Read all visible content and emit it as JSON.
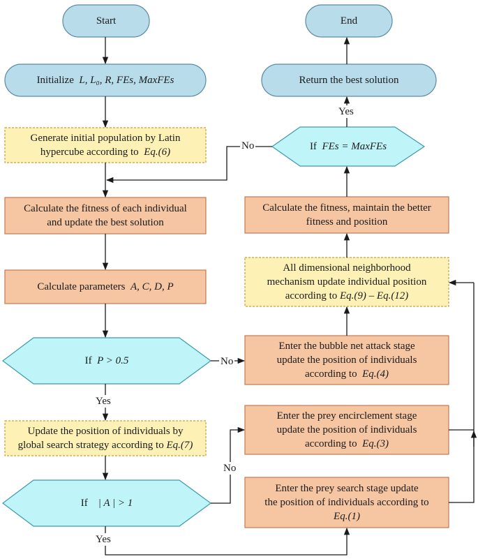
{
  "colors": {
    "terminal_fill": "#b8dcea",
    "terminal_stroke": "#5b8aa6",
    "process_fill": "#f6c6a3",
    "process_stroke": "#c07a52",
    "dashed_fill": "#fdf1b5",
    "dashed_stroke": "#c9a03a",
    "decision_fill": "#bff4f8",
    "decision_stroke": "#3f9aa7",
    "edge": "#1a1a1a"
  },
  "nodes": {
    "start": "Start",
    "end": "End",
    "init_prefix": "Initialize",
    "init_vars": "L, L₀, R, FEs, MaxFEs",
    "gen_pop_l1": "Generate initial population by Latin",
    "gen_pop_l2": "hypercube according to",
    "gen_pop_eq": "Eq.(6)",
    "fitness_l1": "Calculate the fitness of each individual",
    "fitness_l2": "and update the best solution",
    "params_text": "Calculate parameters",
    "params_vars": "A, C, D, P",
    "if_p_prefix": "If",
    "if_p_cond": "P > 0.5",
    "global_l1": "Update the position of individuals by",
    "global_l2": "global search strategy according to",
    "global_eq": "Eq.(7)",
    "if_a_prefix": "If",
    "if_a_cond": "| A | > 1",
    "return": "Return the best solution",
    "if_fes_prefix": "If",
    "if_fes_cond": "FEs = MaxFEs",
    "fit2_l1": "Calculate the fitness, maintain the better",
    "fit2_l2": "fitness and position",
    "neigh_l1": "All dimensional neighborhood",
    "neigh_l2": "mechanism update individual position",
    "neigh_l3": "according to",
    "neigh_eq": "Eq.(9) – Eq.(12)",
    "bubble_l1": "Enter the bubble net attack stage",
    "bubble_l2": "update the position of individuals",
    "bubble_l3": "according to",
    "bubble_eq": "Eq.(4)",
    "encircle_l1": "Enter the prey encirclement stage",
    "encircle_l2": "update the position of individuals",
    "encircle_l3": "according to",
    "encircle_eq": "Eq.(3)",
    "search_l1": "Enter the prey search stage update",
    "search_l2": "the position of individuals according to",
    "search_eq": "Eq.(1)"
  },
  "labels": {
    "no_fes": "No",
    "yes_fes": "Yes",
    "no_p": "No",
    "yes_p": "Yes",
    "no_a": "No",
    "yes_a": "Yes"
  }
}
